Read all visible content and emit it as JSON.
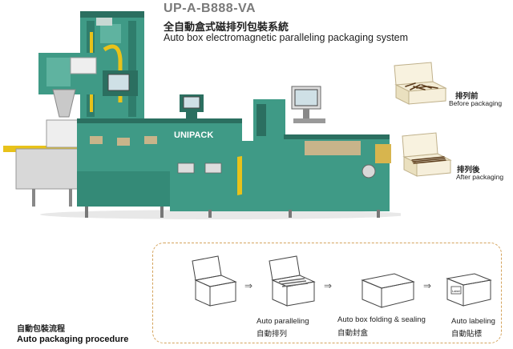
{
  "header": {
    "model": "UP-A-B888-VA",
    "title_cn": "全自動盒式磁排列包裝系統",
    "title_en": "Auto box electromagnetic paralleling packaging system"
  },
  "machine": {
    "brand": "UNIPACK"
  },
  "examples": [
    {
      "label_cn": "排列前",
      "label_en": "Before packaging"
    },
    {
      "label_cn": "排列後",
      "label_en": "After packaging"
    }
  ],
  "procedure": {
    "title_cn": "自動包裝流程",
    "title_en": "Auto packaging procedure",
    "steps": [
      {
        "label_en": "Auto paralleling",
        "label_cn": "自動排列"
      },
      {
        "label_en": "Auto box folding & sealing",
        "label_cn": "自動封盒"
      },
      {
        "label_en": "Auto labeling",
        "label_cn": "自動貼標"
      }
    ],
    "label_tag": "Label"
  },
  "colors": {
    "machine_green": "#3f9a86",
    "machine_dark": "#2b6f60",
    "yellow": "#e8c21a",
    "frame": "#d4a35c"
  }
}
